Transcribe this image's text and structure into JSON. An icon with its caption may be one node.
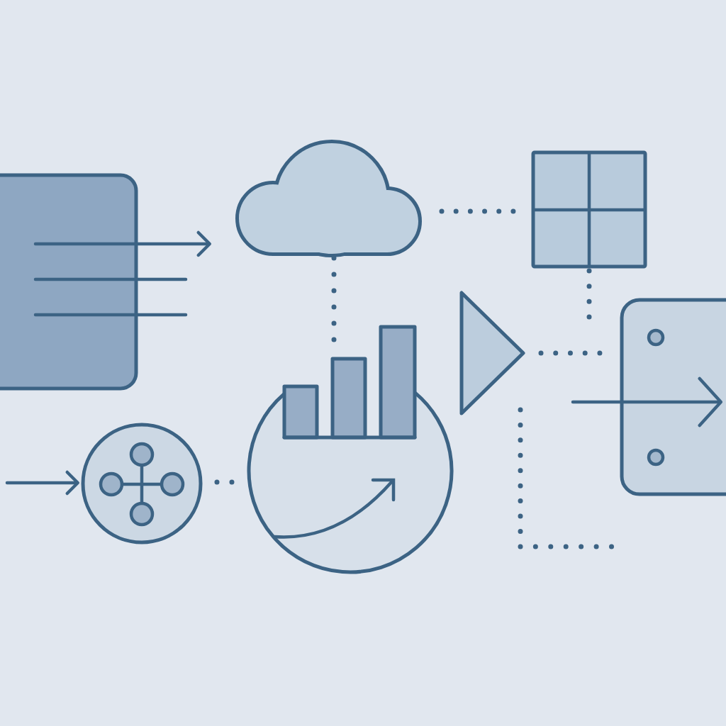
{
  "diagram": {
    "nodes": [
      {
        "text": [],
        "shape": "box"
      },
      {
        "text": [],
        "shape": "cloud"
      },
      {
        "text": [],
        "shape": "box"
      },
      {
        "text": [],
        "shape": "triangle"
      },
      {
        "text": [],
        "shape": "box"
      },
      {
        "text": [],
        "shape": "circle"
      },
      {
        "text": [],
        "shape": "circle"
      }
    ],
    "edges": [
      {
        "from": 0,
        "to": 1,
        "arrow": "to"
      },
      {
        "from": null,
        "to": 5,
        "arrow": "to"
      },
      {
        "from": 1,
        "to": 2,
        "arrow": "none",
        "style": "dashed"
      },
      {
        "from": 1,
        "to": 6,
        "arrow": "none",
        "style": "dashed"
      },
      {
        "from": 5,
        "to": 6,
        "arrow": "none",
        "style": "dashed"
      },
      {
        "from": 2,
        "to": null,
        "arrow": "none",
        "style": "dashed"
      },
      {
        "from": 3,
        "to": 4,
        "arrow": "none",
        "style": "dashed"
      }
    ]
  }
}
